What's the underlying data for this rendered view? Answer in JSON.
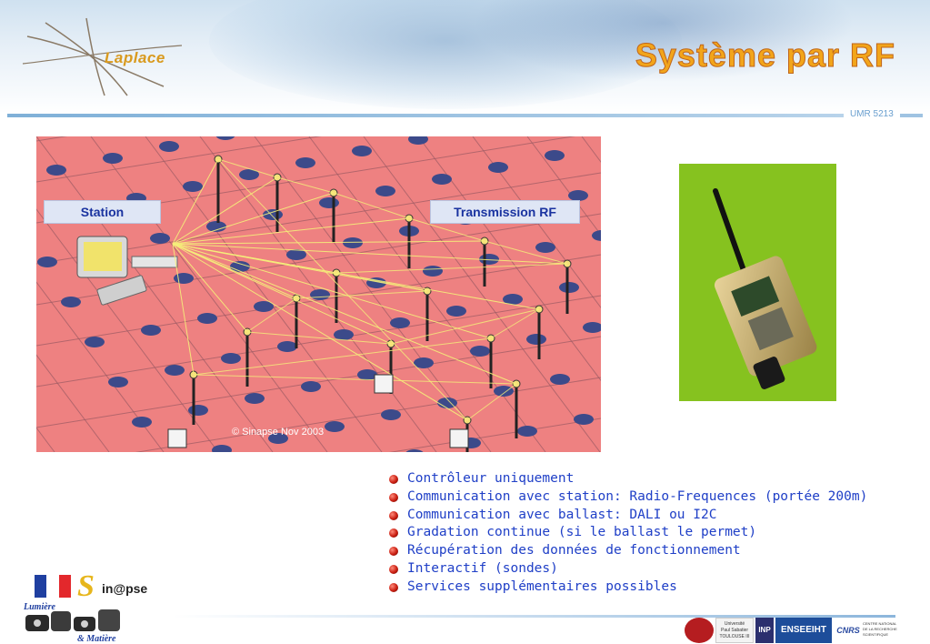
{
  "header": {
    "logo_text": "Laplace",
    "title": "Système par RF",
    "umr": "UMR 5213"
  },
  "diagram": {
    "station_label": "Station",
    "transmission_label": "Transmission RF",
    "copyright": "© Sinapse Nov 2003",
    "colors": {
      "background": "#ee8181",
      "grid": "#9b5a63",
      "node": "#3c4a8a",
      "link": "#f5f07a"
    }
  },
  "bullets": [
    "Contrôleur uniquement",
    "Communication avec station: Radio-Frequences (portée 200m)",
    "Communication avec ballast: DALI ou I2C",
    "Gradation continue (si le ballast le permet)",
    "Récupération des données de fonctionnement",
    "Interactif (sondes)",
    "Services supplémentaires possibles"
  ],
  "footer": {
    "sinapse_initial": "S",
    "sinapse_text": "in@pse",
    "lumiere": "Lumière",
    "matiere": "& Matière",
    "logos": {
      "university_line1": "Université",
      "university_line2": "Paul Sabatier",
      "university_line3": "TOULOUSE III",
      "inp": "INP",
      "enseeiht": "ENSEEIHT",
      "cnrs": "CNRS",
      "cnrs_line1": "CENTRE NATIONAL",
      "cnrs_line2": "DE LA RECHERCHE",
      "cnrs_line3": "SCIENTIFIQUE"
    }
  }
}
